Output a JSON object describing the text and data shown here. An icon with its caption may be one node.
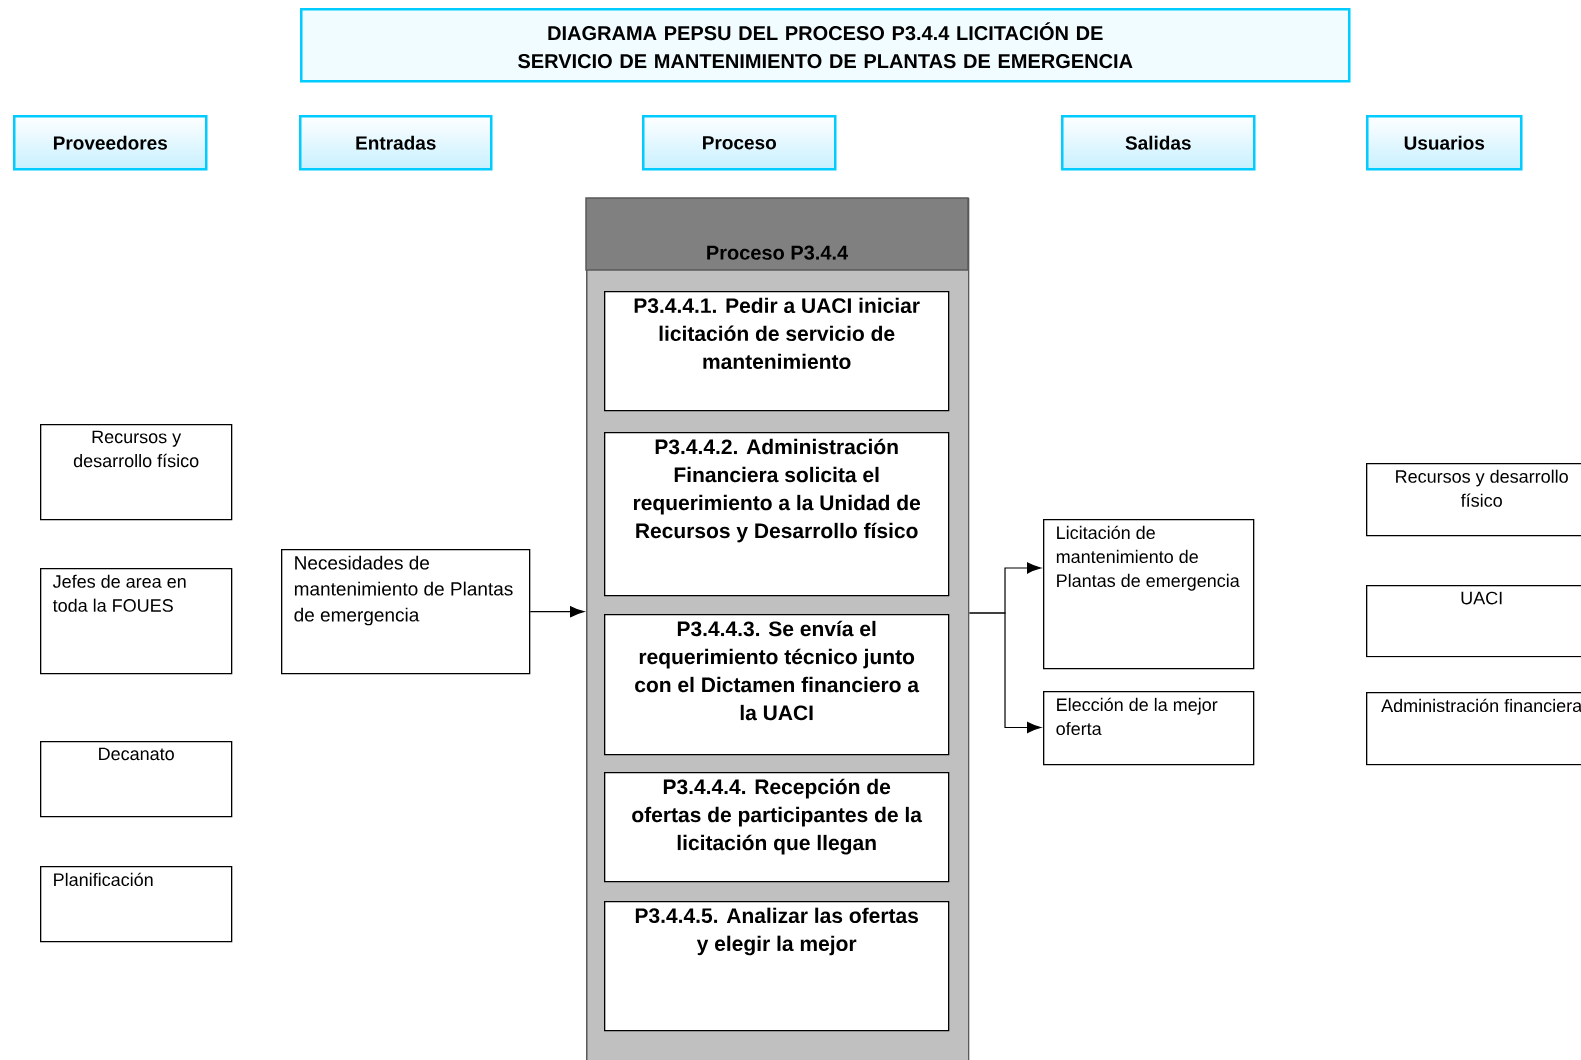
{
  "diagram": {
    "title": "DIAGRAMA PEPSU DEL PROCESO P3.4.4 LICITACIÓN DE SERVICIO DE MANTENIMIENTO DE PLANTAS DE EMERGENCIA",
    "nodes": [
      {
        "text": [
          "Proveedores"
        ]
      },
      {
        "text": [
          "Entradas"
        ]
      },
      {
        "text": [
          "Proceso"
        ]
      },
      {
        "text": [
          "Salidas"
        ]
      },
      {
        "text": [
          "Usuarios"
        ]
      },
      {
        "text": [
          "Proceso P3.4.4"
        ]
      },
      {
        "text": [
          "P3.4.4.1. Pedir a UACI iniciar licitación de servicio de mantenimiento"
        ],
        "in": 5
      },
      {
        "text": [
          "P3.4.4.2. Administración Financiera solicita el requerimiento a la Unidad de Recursos y Desarrollo físico"
        ],
        "in": 5
      },
      {
        "text": [
          "P3.4.4.3. Se envía el requerimiento técnico junto con el Dictamen financiero a la UACI"
        ],
        "in": 5
      },
      {
        "text": [
          "P3.4.4.4. Recepción de ofertas de participantes de la licitación que llegan"
        ],
        "in": 5
      },
      {
        "text": [
          "P3.4.4.5. Analizar las ofertas y elegir la mejor"
        ],
        "in": 5
      },
      {
        "text": [
          "Recursos y desarrollo físico"
        ]
      },
      {
        "text": [
          "Jefes de area en toda la FOUES"
        ]
      },
      {
        "text": [
          "Decanato"
        ]
      },
      {
        "text": [
          "Planificación"
        ]
      },
      {
        "text": [
          "Necesidades de mantenimiento de Plantas de emergencia"
        ]
      },
      {
        "text": [
          "Licitación de mantenimiento de Plantas de emergencia"
        ]
      },
      {
        "text": [
          "Elección de la mejor oferta"
        ]
      },
      {
        "text": [
          "Recursos y desarrollo físico"
        ]
      },
      {
        "text": [
          "UACI"
        ]
      },
      {
        "text": [
          "Administración financiera"
        ]
      }
    ],
    "edges": [
      {
        "from": 15,
        "to": 5,
        "arrow": "to"
      },
      {
        "from": 5,
        "to": 16,
        "arrow": "to"
      },
      {
        "from": 5,
        "to": 17,
        "arrow": "to"
      }
    ]
  }
}
